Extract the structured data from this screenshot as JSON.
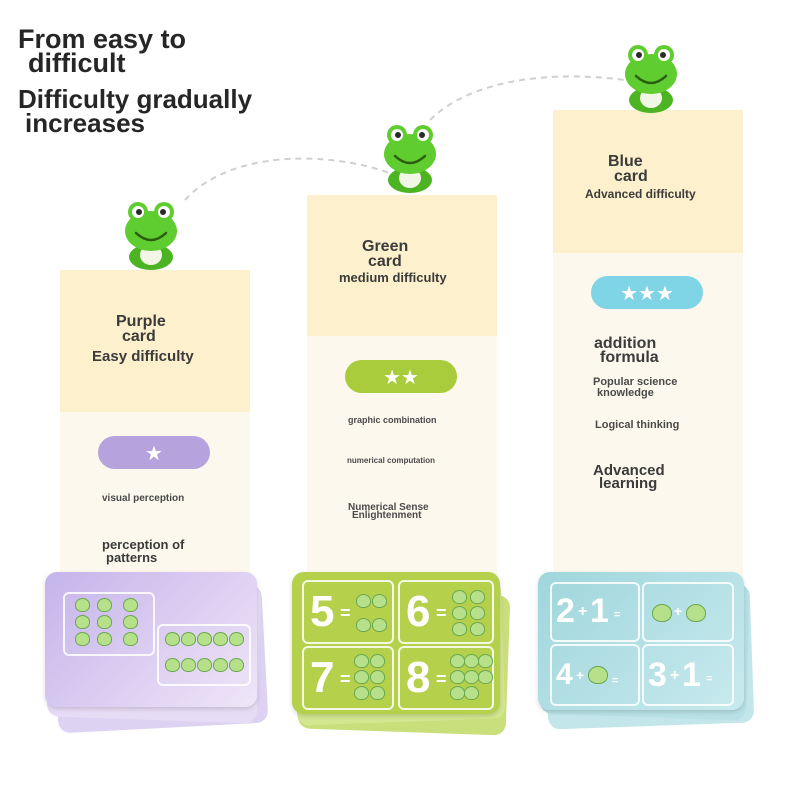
{
  "headline": {
    "line1a": "From easy to",
    "line1b": "difficult",
    "line2a": "Difficulty gradually",
    "line2b": "increases"
  },
  "levels": [
    {
      "title_a": "Purple",
      "title_b": "card",
      "subtitle": "Easy difficulty",
      "stars": "★",
      "color": "#b6a2dd",
      "skills": [
        "visual perception",
        "perception of",
        "patterns"
      ]
    },
    {
      "title_a": "Green",
      "title_b": "card",
      "subtitle": "medium difficulty",
      "stars": "★★",
      "color": "#a8cc3c",
      "skills": [
        "graphic combination",
        "numerical computation",
        "Numerical Sense",
        "Enlightenment"
      ]
    },
    {
      "title_a": "Blue",
      "title_b": "card",
      "subtitle": "Advanced difficulty",
      "stars": "★★★",
      "color": "#7fd4e6",
      "skills": [
        "addition",
        "formula",
        "Popular science",
        "knowledge",
        "Logical thinking",
        "Advanced",
        "learning"
      ]
    }
  ],
  "cards": {
    "green": [
      "5",
      "=",
      "6",
      "=",
      "7",
      "=",
      "8",
      "="
    ],
    "blue": [
      "2",
      "+",
      "1",
      "=",
      "+",
      "4",
      "+",
      "=",
      "3",
      "+",
      "1",
      "="
    ]
  },
  "colors": {
    "purple_card": "#cdbde9",
    "green_card": "#b5d04a",
    "blue_card": "#a8dbe0",
    "frog": "#5fcd2f"
  }
}
